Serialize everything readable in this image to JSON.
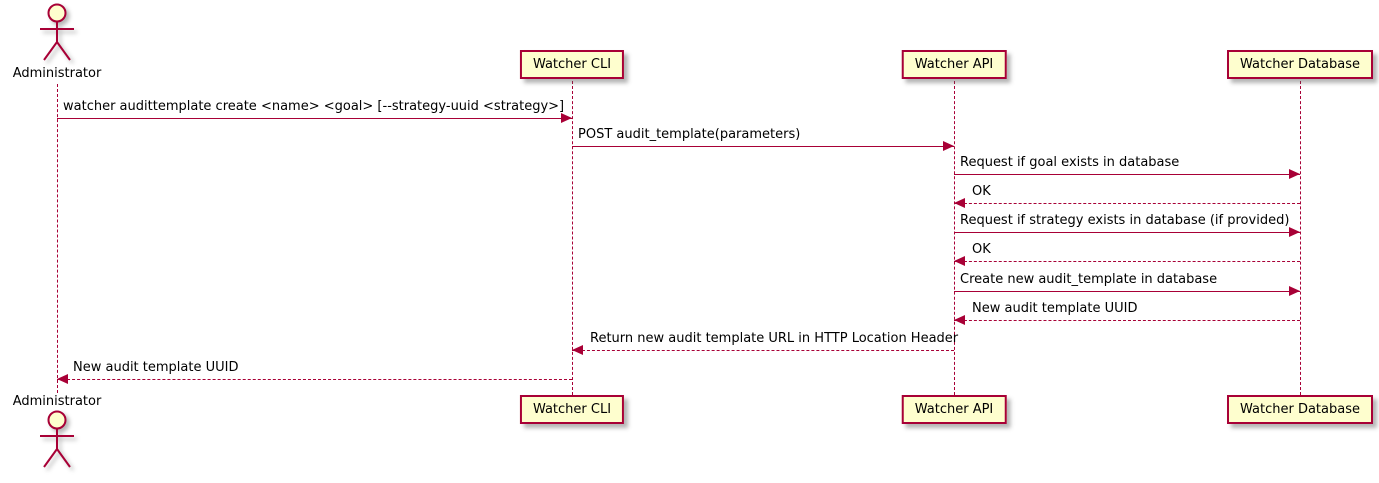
{
  "colors": {
    "accent": "#A80036",
    "participant_fill": "#FEFECE",
    "text": "#000000",
    "background": "#FFFFFF"
  },
  "participants": [
    {
      "id": "administrator",
      "name": "Administrator",
      "type": "actor"
    },
    {
      "id": "watcher-cli",
      "name": "Watcher CLI",
      "type": "participant"
    },
    {
      "id": "watcher-api",
      "name": "Watcher API",
      "type": "participant"
    },
    {
      "id": "watcher-database",
      "name": "Watcher Database",
      "type": "participant"
    }
  ],
  "messages": [
    {
      "from": "Administrator",
      "to": "Watcher CLI",
      "label": "watcher audittemplate create <name> <goal> [--strategy-uuid <strategy>]",
      "line": "solid",
      "direction": "right"
    },
    {
      "from": "Watcher CLI",
      "to": "Watcher API",
      "label": "POST audit_template(parameters)",
      "line": "solid",
      "direction": "right"
    },
    {
      "from": "Watcher API",
      "to": "Watcher Database",
      "label": "Request if goal exists in database",
      "line": "solid",
      "direction": "right"
    },
    {
      "from": "Watcher Database",
      "to": "Watcher API",
      "label": "OK",
      "line": "dashed",
      "direction": "left"
    },
    {
      "from": "Watcher API",
      "to": "Watcher Database",
      "label": "Request if strategy exists in database (if provided)",
      "line": "solid",
      "direction": "right"
    },
    {
      "from": "Watcher Database",
      "to": "Watcher API",
      "label": "OK",
      "line": "dashed",
      "direction": "left"
    },
    {
      "from": "Watcher API",
      "to": "Watcher Database",
      "label": "Create new audit_template in database",
      "line": "solid",
      "direction": "right"
    },
    {
      "from": "Watcher Database",
      "to": "Watcher API",
      "label": "New audit template UUID",
      "line": "dashed",
      "direction": "left"
    },
    {
      "from": "Watcher API",
      "to": "Watcher CLI",
      "label": "Return new audit template URL in HTTP Location Header",
      "line": "dashed",
      "direction": "left"
    },
    {
      "from": "Watcher CLI",
      "to": "Administrator",
      "label": "New audit template UUID",
      "line": "dashed",
      "direction": "left"
    }
  ]
}
